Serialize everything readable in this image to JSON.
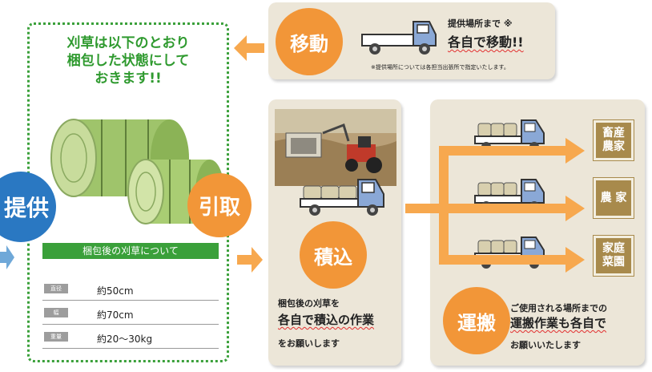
{
  "bale_box": {
    "heading_lines": [
      "刈草は以下のとおり",
      "梱包した状態にして",
      "おきます!!"
    ],
    "spec_title": "梱包後の刈草について",
    "specs": [
      {
        "label": "直径",
        "value": "約50cm"
      },
      {
        "label": "幅",
        "value": "約70cm"
      },
      {
        "label": "重量",
        "value": "約20〜30kg"
      }
    ]
  },
  "provide_label": "提供",
  "pickup_label": "引取",
  "move_panel": {
    "badge": "移動",
    "text_line1": "提供場所まで ※",
    "text_line2": "各自で移動!!",
    "note": "※提供場所については各担当出張所で指定いたします。"
  },
  "load_panel": {
    "badge": "積込",
    "text_line1": "梱包後の刈草を",
    "text_line2": "各自で積込の作業",
    "text_line3": "をお願いします"
  },
  "transport_panel": {
    "badge": "運搬",
    "text_line1": "ご使用される場所までの",
    "text_line2": "運搬作業も各自で",
    "text_line3": "お願いいたします",
    "destinations": [
      {
        "lines": [
          "畜産",
          "農家"
        ]
      },
      {
        "lines": [
          "農 家"
        ]
      },
      {
        "lines": [
          "家庭",
          "菜園"
        ]
      }
    ]
  },
  "colors": {
    "orange": "#f29638",
    "blue": "#2a78c2",
    "green": "#3aa03a",
    "panel": "#ece6d8",
    "dest": "#a88a4c"
  }
}
